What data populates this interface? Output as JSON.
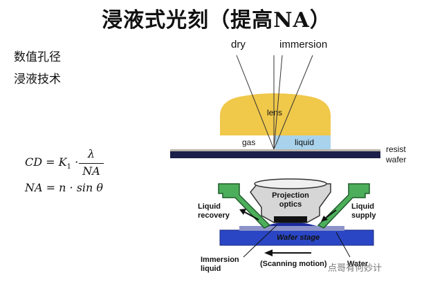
{
  "title": "浸液式光刻（提高NA）",
  "topics": [
    "数值孔径",
    "浸液技术"
  ],
  "formula": {
    "cd_lhs": "CD = K",
    "cd_sub": "1",
    "dot": "·",
    "lambda": "λ",
    "na_den": "NA",
    "na_line": "NA = n · sin θ"
  },
  "lens_diagram": {
    "dry": "dry",
    "immersion": "immersion",
    "lens": "lens",
    "gas": "gas",
    "liquid": "liquid",
    "resist": "resist",
    "wafer": "wafer",
    "colors": {
      "lens": "#f0c84a",
      "liquid": "#a9d3ec",
      "wafer": "#1b1f4a"
    }
  },
  "system_diagram": {
    "projection_optics": "Projection optics",
    "liquid_recovery": "Liquid recovery",
    "liquid_supply": "Liquid supply",
    "wafer_stage": "Wafer stage",
    "immersion_liquid": "Immersion liquid",
    "scanning_motion": "(Scanning motion)",
    "water": "Water",
    "colors": {
      "nozzle": "#4cae5a",
      "stage": "#2a46c4",
      "optics": "#cfcfcf"
    }
  },
  "watermark": "点哥有何妙计"
}
